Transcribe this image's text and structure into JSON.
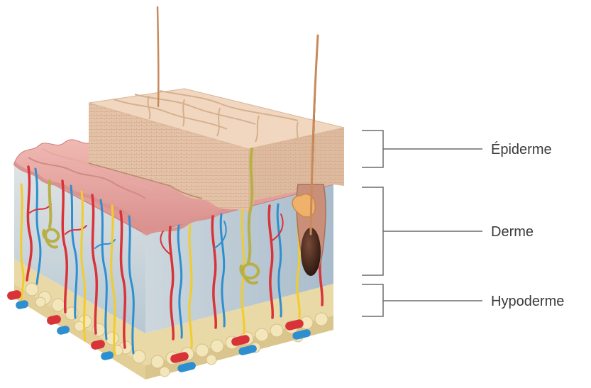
{
  "labels": {
    "epidermis": "Épiderme",
    "dermis": "Derme",
    "hypodermis": "Hypoderme"
  },
  "colors": {
    "background": "#ffffff",
    "epidermis": "#e8c9b0",
    "epidermis_top": "#f1d7bf",
    "epidermis_papillae": "#e9aaa6",
    "dermis": "#c8d4dc",
    "hypodermis_fat": "#eadcaa",
    "artery": "#d9333a",
    "vein": "#2e8fd0",
    "nerve": "#f2cc2a",
    "hair": "#c98a5a",
    "hair_bulb": "#4a2a22",
    "bracket": "#6b6b6b"
  }
}
